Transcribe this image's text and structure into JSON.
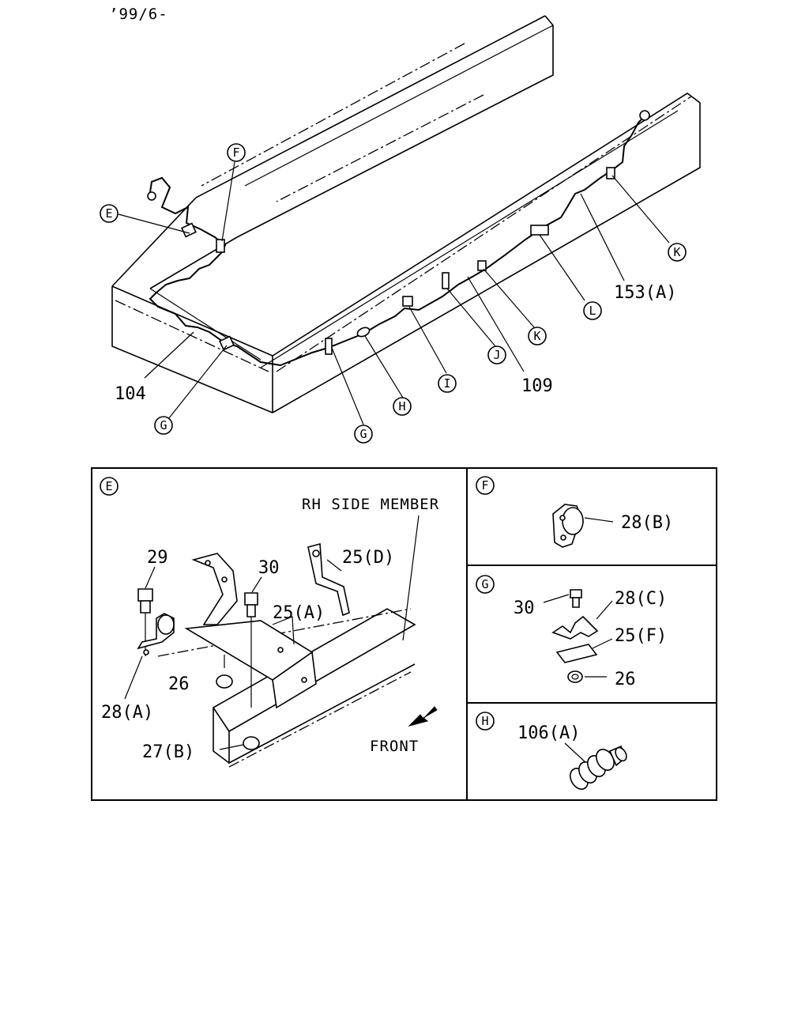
{
  "header": {
    "date_code": "’99/6-"
  },
  "overview": {
    "callouts": {
      "E": "E",
      "F": "F",
      "G1": "G",
      "G2": "G",
      "H": "H",
      "I": "I",
      "J": "J",
      "K1": "K",
      "K2": "K",
      "L": "L"
    },
    "part_labels": {
      "p104": "104",
      "p109": "109",
      "p153a": "153(A)"
    }
  },
  "detail_e": {
    "callout": "E",
    "member_label": "RH SIDE MEMBER",
    "front_label": "FRONT",
    "parts": {
      "p29": "29",
      "p30": "30",
      "p25d": "25(D)",
      "p25a": "25(A)",
      "p26": "26",
      "p28a": "28(A)",
      "p27b": "27(B)"
    }
  },
  "detail_f": {
    "callout": "F",
    "parts": {
      "p28b": "28(B)"
    }
  },
  "detail_g": {
    "callout": "G",
    "parts": {
      "p30": "30",
      "p28c": "28(C)",
      "p25f": "25(F)",
      "p26": "26"
    }
  },
  "detail_h": {
    "callout": "H",
    "parts": {
      "p106a": "106(A)"
    }
  }
}
